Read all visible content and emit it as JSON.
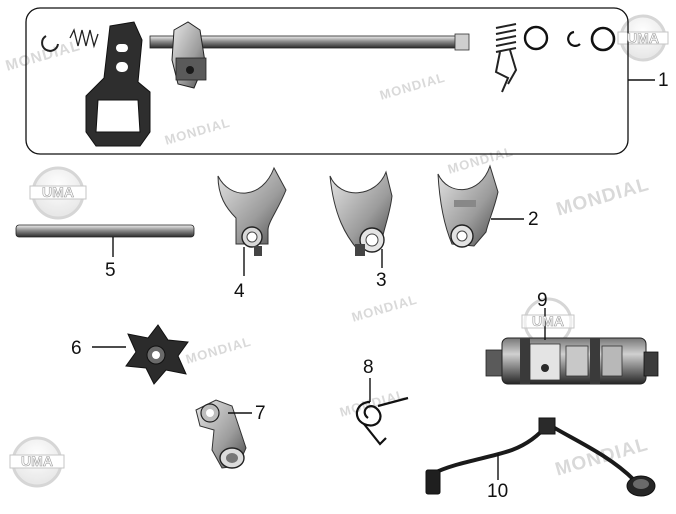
{
  "callouts": {
    "c1": "1",
    "c2": "2",
    "c3": "3",
    "c4": "4",
    "c5": "5",
    "c6": "6",
    "c7": "7",
    "c8": "8",
    "c9": "9",
    "c10": "10"
  },
  "watermarks": {
    "brand": "MONDIAL",
    "logo": "UMA"
  },
  "colors": {
    "line": "#222222",
    "metal_dark": "#2a2a2a",
    "metal_mid": "#7a7a7a",
    "metal_light": "#d4d4d4",
    "watermark": "#d9d9d9"
  }
}
